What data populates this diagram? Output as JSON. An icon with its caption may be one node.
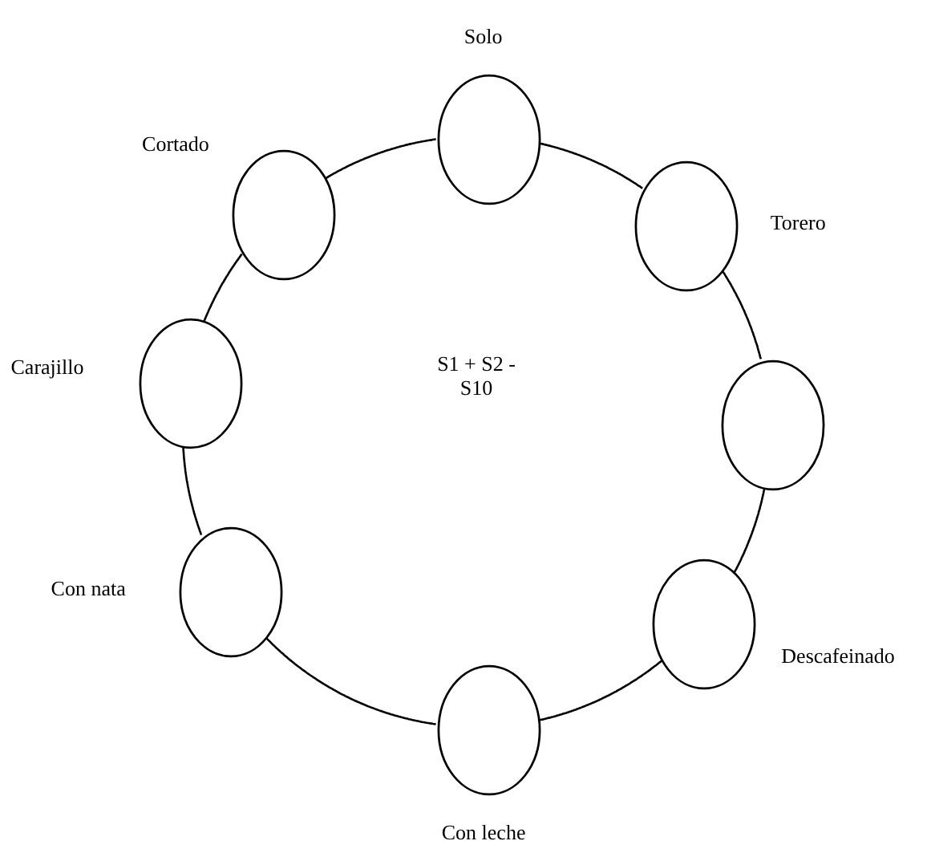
{
  "diagram": {
    "nodes": [
      {
        "text": [],
        "shape": "circle",
        "beside": [
          "Solo"
        ]
      },
      {
        "text": [],
        "shape": "circle",
        "beside": [
          "Torero"
        ]
      },
      {
        "text": [],
        "shape": "circle"
      },
      {
        "text": [],
        "shape": "circle",
        "beside": [
          "Descafeinado"
        ]
      },
      {
        "text": [],
        "shape": "circle",
        "beside": [
          "Con leche"
        ]
      },
      {
        "text": [],
        "shape": "circle",
        "beside": [
          "Con nata"
        ]
      },
      {
        "text": [],
        "shape": "circle",
        "beside": [
          "Carajillo"
        ]
      },
      {
        "text": [],
        "shape": "circle",
        "beside": [
          "Cortado"
        ]
      }
    ],
    "edges": [
      {
        "from": 0,
        "to": 1,
        "arrow": "none"
      },
      {
        "from": 1,
        "to": 2,
        "arrow": "none"
      },
      {
        "from": 2,
        "to": 3,
        "arrow": "none"
      },
      {
        "from": 3,
        "to": 4,
        "arrow": "none"
      },
      {
        "from": 4,
        "to": 5,
        "arrow": "none"
      },
      {
        "from": 5,
        "to": 6,
        "arrow": "none"
      },
      {
        "from": 6,
        "to": 7,
        "arrow": "none"
      },
      {
        "from": 7,
        "to": 0,
        "arrow": "none"
      }
    ],
    "labels": [
      "S1 + S2 - S10"
    ]
  }
}
